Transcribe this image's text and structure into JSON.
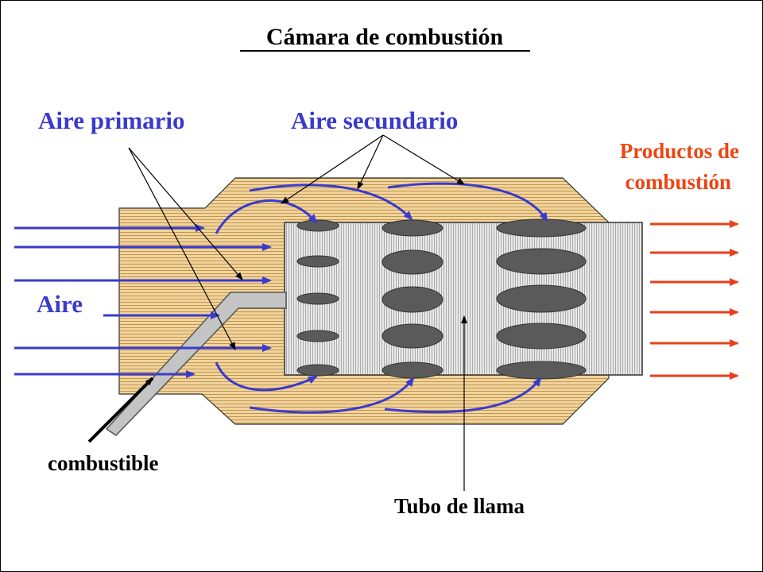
{
  "title": "Cámara de combustión",
  "labels": {
    "primary_air": "Aire primario",
    "secondary_air": "Aire secundario",
    "products_line1": "Productos de",
    "products_line2": "combustión",
    "air": "Aire",
    "fuel": "combustible",
    "flame_tube": "Tubo de llama"
  },
  "colors": {
    "casing": "#f2d39b",
    "casing_stripe": "#b8904a",
    "tube": "#e8e8e8",
    "tube_stripe": "#9a9a9a",
    "hole": "#5a5a5a",
    "air_arrow": "#3a3acc",
    "exhaust_arrow": "#e8401a",
    "exhaust_label": "#ee4411"
  }
}
